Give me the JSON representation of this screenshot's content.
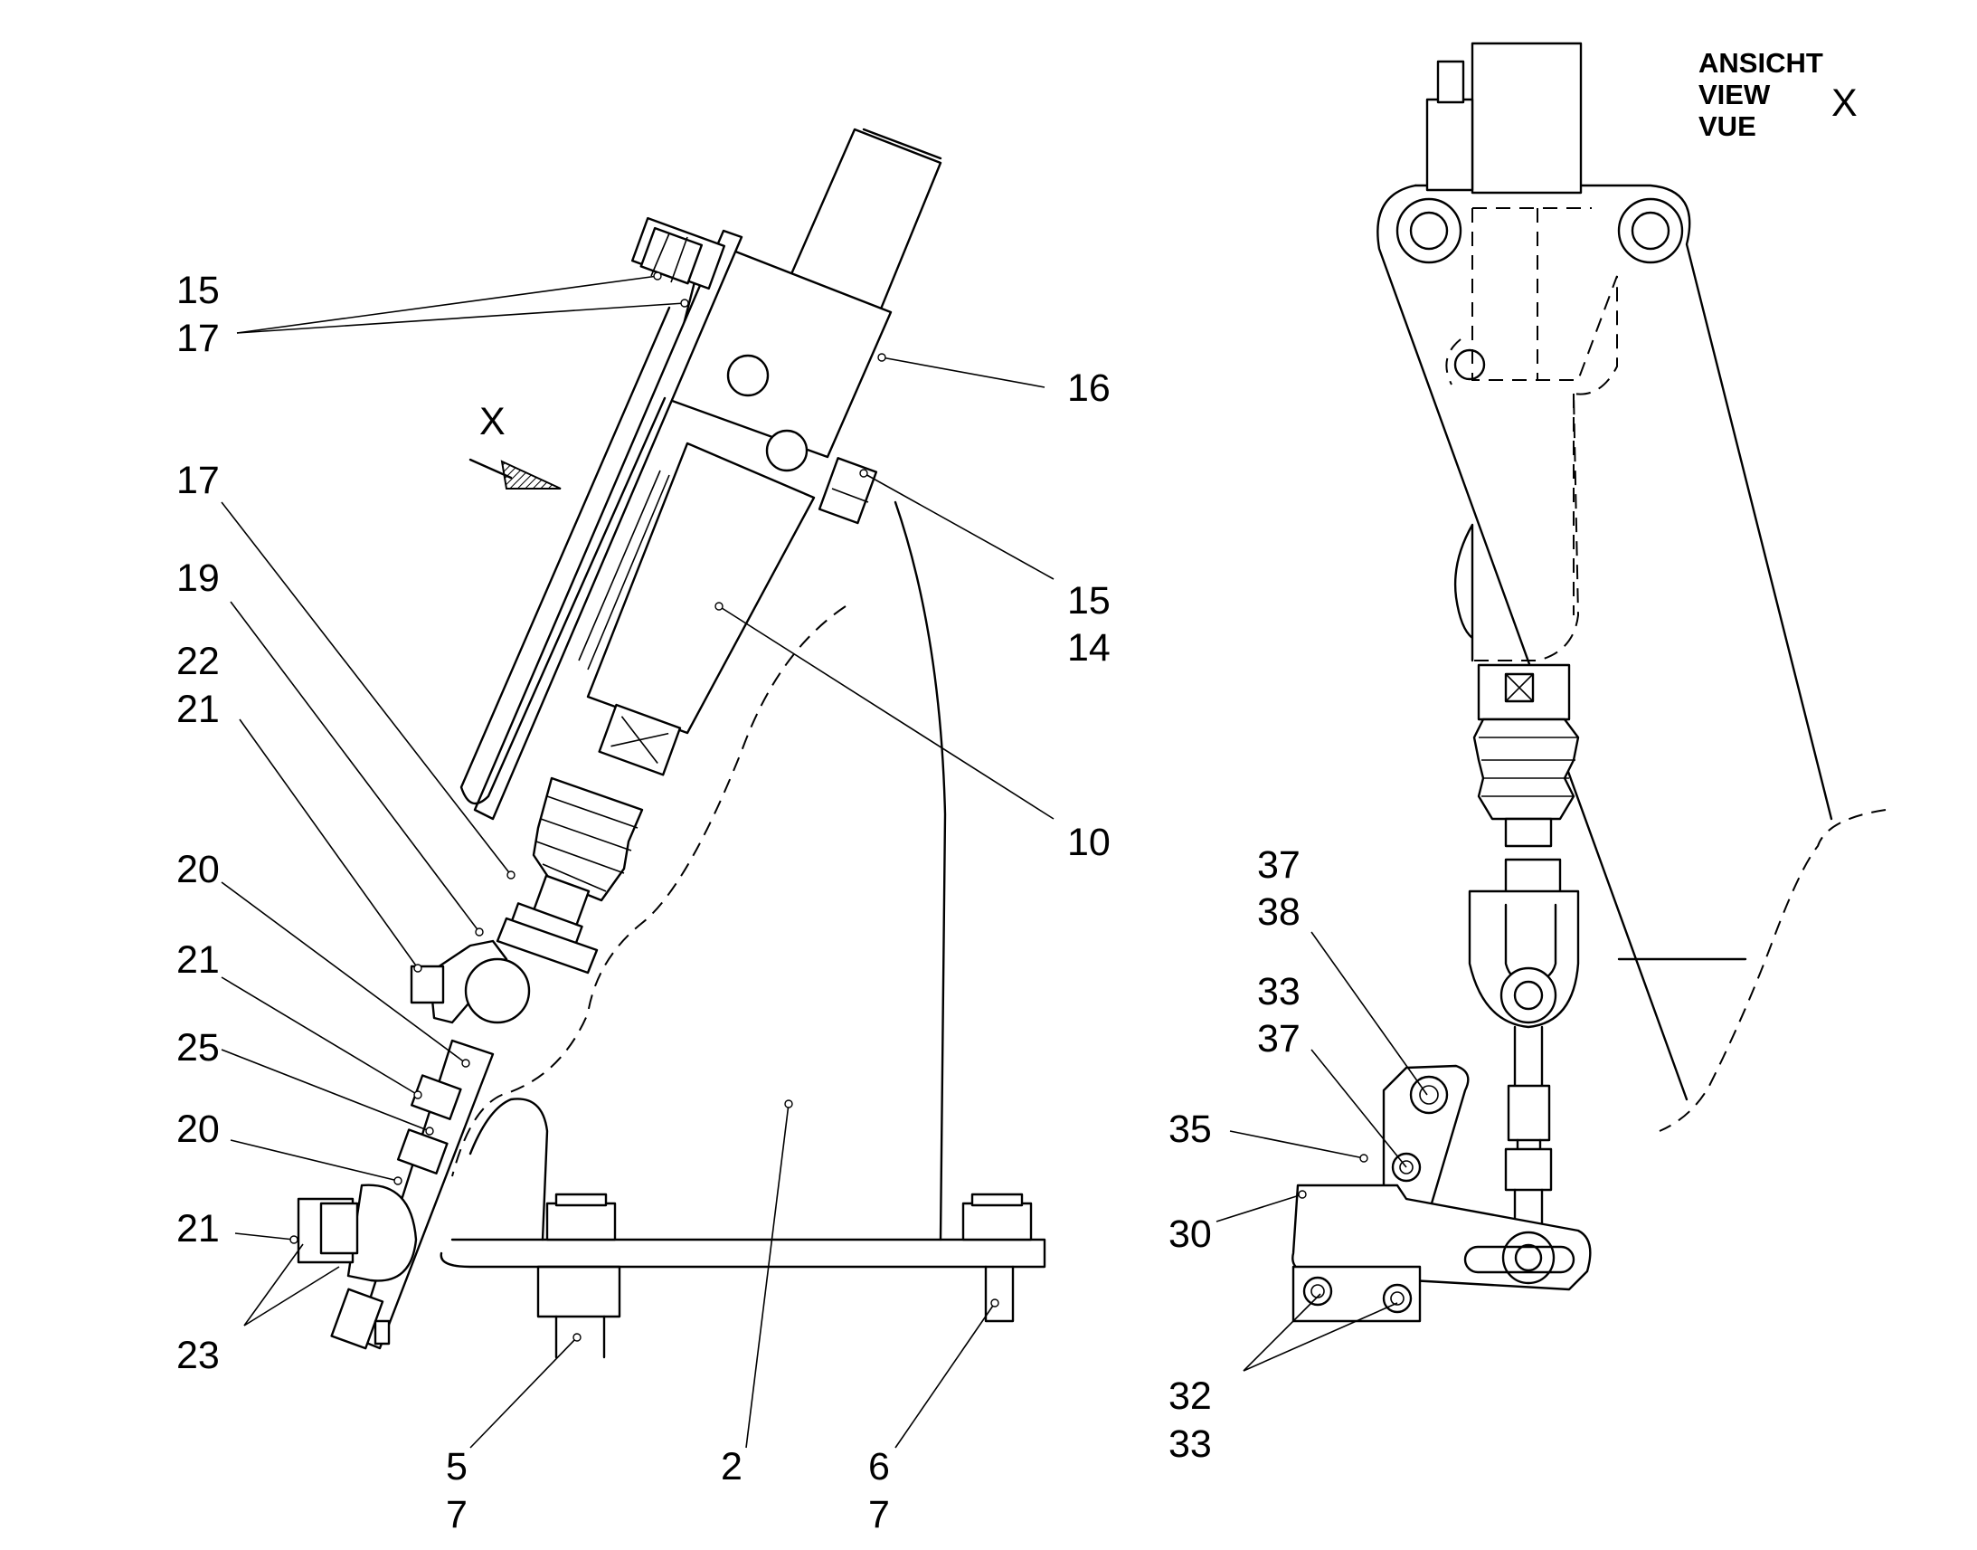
{
  "view": {
    "title_lines": [
      "ANSICHT",
      "VIEW",
      "VUE"
    ],
    "title_letter": "X",
    "arrow_label": "X"
  },
  "callouts_left": {
    "c15a": "15",
    "c17a": "17",
    "c16": "16",
    "c17b": "17",
    "c19": "19",
    "c22": "22",
    "c21a": "21",
    "c15b": "15",
    "c14": "14",
    "c10": "10",
    "c20a": "20",
    "c21b": "21",
    "c25": "25",
    "c20b": "20",
    "c21c": "21",
    "c23": "23",
    "c5": "5",
    "c7a": "7",
    "c2": "2",
    "c6": "6",
    "c7b": "7"
  },
  "callouts_right": {
    "c37a": "37",
    "c38": "38",
    "c33a": "33",
    "c37b": "37",
    "c35": "35",
    "c30": "30",
    "c32": "32",
    "c33b": "33"
  }
}
